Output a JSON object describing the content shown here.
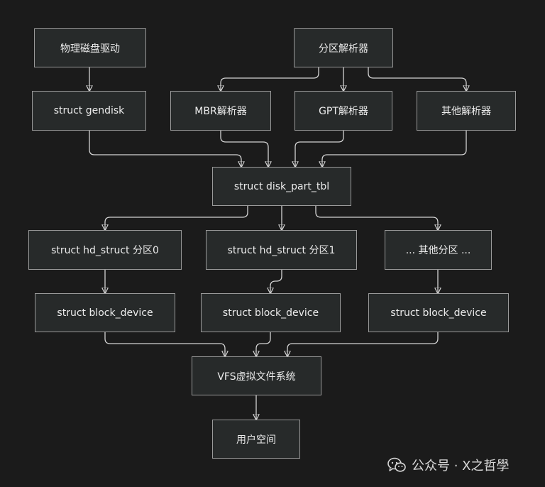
{
  "nodes": {
    "disk_driver": "物理磁盘驱动",
    "partition_parser": "分区解析器",
    "gendisk": "struct gendisk",
    "mbr_parser": "MBR解析器",
    "gpt_parser": "GPT解析器",
    "other_parser": "其他解析器",
    "disk_part_tbl": "struct disk_part_tbl",
    "hd_struct_0": "struct hd_struct 分区0",
    "hd_struct_1": "struct hd_struct 分区1",
    "other_partitions": "... 其他分区 ...",
    "block_device_0": "struct block_device",
    "block_device_1": "struct block_device",
    "block_device_2": "struct block_device",
    "vfs": "VFS虚拟文件系统",
    "user_space": "用户空间"
  },
  "watermark": {
    "text": "公众号 · X之哲學",
    "icon": "wechat-icon"
  },
  "colors": {
    "background": "#1b1b1b",
    "node_fill": "#272a2a",
    "node_border": "#9a9a9a",
    "text": "#ececec",
    "edge": "#d4d4d4"
  }
}
